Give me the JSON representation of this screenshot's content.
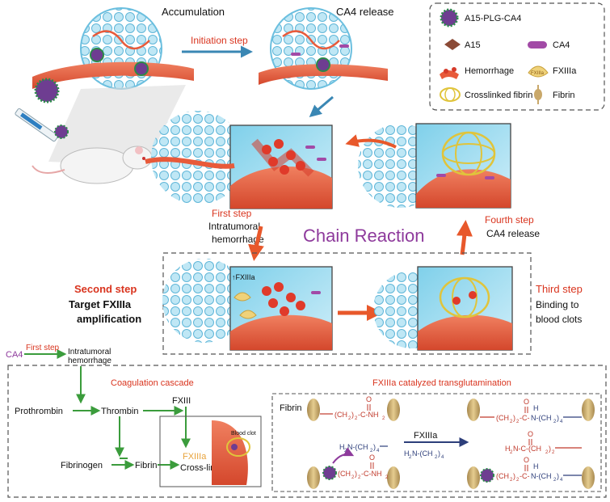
{
  "top": {
    "accumulation": "Accumulation",
    "cargo_release": "CA4 release",
    "initiation_step": "Initiation step"
  },
  "legend": {
    "items": [
      {
        "label": "A15-PLG-CA4",
        "icon": "nanoparticle-icon"
      },
      {
        "label": "A15",
        "icon": "a15-diamond-icon"
      },
      {
        "label": "CA4",
        "icon": "ca4-capsule-icon"
      },
      {
        "label": "Hemorrhage",
        "icon": "hemorrhage-icon"
      },
      {
        "label": "FXIIIa",
        "icon": "fxiiia-icon"
      },
      {
        "label": "Crosslinked fibrin",
        "icon": "crosslinked-fibrin-icon"
      },
      {
        "label": "Fibrin",
        "icon": "fibrin-icon"
      }
    ],
    "fxiiia_glyph": "FXIIIa"
  },
  "cycle": {
    "title": "Chain Reaction",
    "first_step": {
      "step": "First step",
      "line1": "Intratumoral",
      "line2": "hemorrhage"
    },
    "second_step": {
      "step": "Second step",
      "line1": "Target FXIIIa",
      "line2": "amplification"
    },
    "third_step": {
      "step": "Third step",
      "line1": "Binding to",
      "line2": "blood clots"
    },
    "fourth_step": {
      "step": "Fourth step",
      "line1": "CA4 release"
    },
    "fxiiia_up": "↑FXIIIa"
  },
  "pathway": {
    "ca4": "CA4",
    "first_step": "First step",
    "hemorrhage_1": "Intratumoral",
    "hemorrhage_2": "hemorrhage",
    "coag_title": "Coagulation cascade",
    "prothrombin": "Prothrombin",
    "thrombin": "Thrombin",
    "fxiii": "FXIII",
    "fibrinogen": "Fibrinogen",
    "fibrin": "Fibrin",
    "fxiiia": "FXIIIa",
    "crosslink": "Cross-link",
    "blood_clot": "Blood clot"
  },
  "chemistry": {
    "title": "FXIIIa catalyzed transglutamination",
    "fibrin_label": "Fibrin",
    "enzyme": "FXIIIa"
  },
  "colors": {
    "title_red": "#d9341e",
    "chain_purple": "#8e3a9c",
    "arrow_green": "#3b9c3c",
    "arrow_orange": "#e8582b",
    "arrow_blue": "#3a87b4"
  }
}
